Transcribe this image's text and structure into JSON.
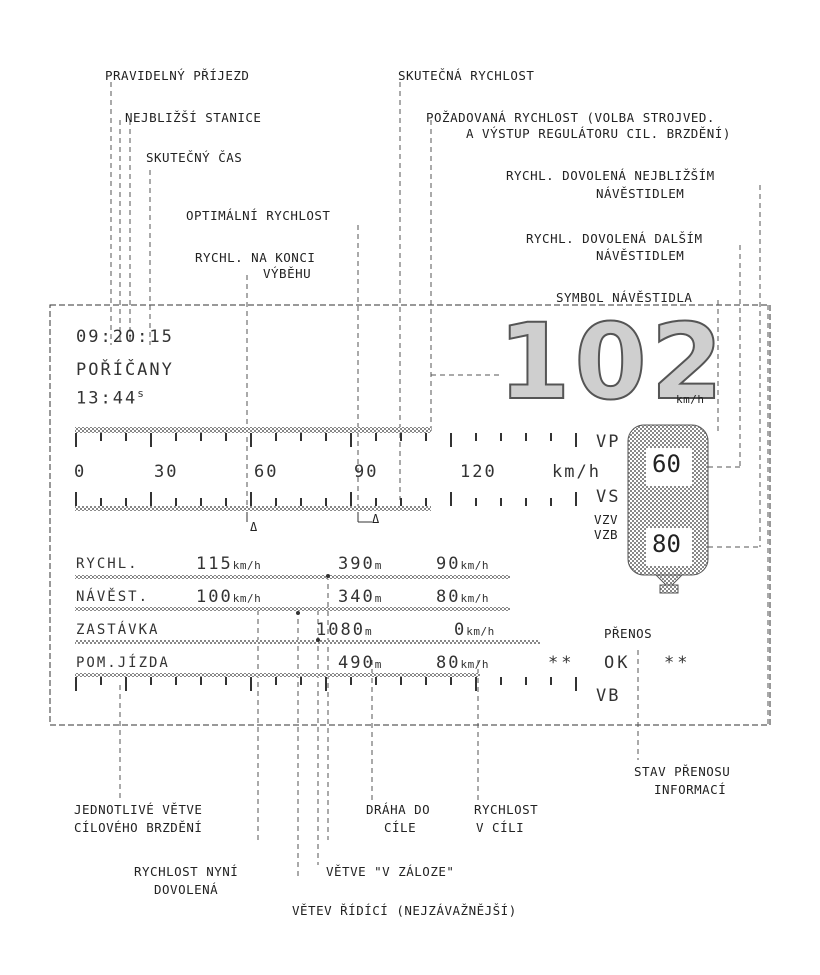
{
  "labels": {
    "pravidelny_prijezd": "PRAVIDELNÝ PŘÍJEZD",
    "nejblizsi_stanice": "NEJBLIŽŠÍ STANICE",
    "skutecny_cas": "SKUTEČNÝ ČAS",
    "optimalni_rychlost": "OPTIMÁLNÍ RYCHLOST",
    "rychl_na_konci_1": "RYCHL. NA KONCI",
    "rychl_na_konci_2": "VÝBĚHU",
    "skutecna_rychlost": "SKUTEČNÁ RYCHLOST",
    "pozadovana_1": "POŽADOVANÁ RYCHLOST (VOLBA STROJVED.",
    "pozadovana_2": "A VÝSTUP REGULÁTORU CIL. BRZDĚNÍ)",
    "dovolena_nejblizsim_1": "RYCHL. DOVOLENÁ NEJBLIŽŠÍM",
    "dovolena_nejblizsim_2": "NÁVĚSTIDLEM",
    "dovolena_dalsim_1": "RYCHL. DOVOLENÁ DALŠÍM",
    "dovolena_dalsim_2": "NÁVĚSTIDLEM",
    "symbol_navestidla": "SYMBOL NÁVĚSTIDLA",
    "jednotlive_vetve_1": "JEDNOTLIVÉ VĚTVE",
    "jednotlive_vetve_2": "CÍLOVÉHO BRZDĚNÍ",
    "draha_do_cile_1": "DRÁHA DO",
    "draha_do_cile_2": "CÍLE",
    "rychlost_v_cili_1": "RYCHLOST",
    "rychlost_v_cili_2": "V CÍLI",
    "stav_prenosu_1": "STAV PŘENOSU",
    "stav_prenosu_2": "INFORMACÍ",
    "rychlost_nyni_1": "RYCHLOST NYNÍ",
    "rychlost_nyni_2": "DOVOLENÁ",
    "vetve_v_zaloze": "VĚTVE \"V ZÁLOZE\"",
    "vetev_ridici": "VĚTEV ŘÍDÍCÍ (NEJZÁVAŽNĚJŠÍ)"
  },
  "display": {
    "time": "09:20:15",
    "station": "POŘÍČANY",
    "arrival": "13:44",
    "arrival_sup": "s",
    "speed": "102",
    "speed_unit": "km/h",
    "scale_ticks": [
      "0",
      "30",
      "60",
      "90",
      "120"
    ],
    "scale_unit": "km/h",
    "vp": "VP",
    "vs": "VS",
    "vzv": "VZV",
    "vzb": "VZB",
    "signal_near": "60",
    "signal_next": "80",
    "marker": "Δ",
    "rows": [
      {
        "name": "RYCHL.",
        "speed": "115",
        "speed_unit": "km/h",
        "dist": "390",
        "dist_unit": "m",
        "target": "90",
        "target_unit": "km/h"
      },
      {
        "name": "NÁVĚST.",
        "speed": "100",
        "speed_unit": "km/h",
        "dist": "340",
        "dist_unit": "m",
        "target": "80",
        "target_unit": "km/h"
      },
      {
        "name": "ZASTÁVKA",
        "speed": "",
        "speed_unit": "",
        "dist": "1080",
        "dist_unit": "m",
        "target": "0",
        "target_unit": "km/h"
      },
      {
        "name": "POM.JÍZDA",
        "speed": "",
        "speed_unit": "",
        "dist": "490",
        "dist_unit": "m",
        "target": "80",
        "target_unit": "km/h"
      }
    ],
    "prenos": "PŘENOS",
    "ok": "OK",
    "ok_stars": "**",
    "vb": "VB"
  }
}
